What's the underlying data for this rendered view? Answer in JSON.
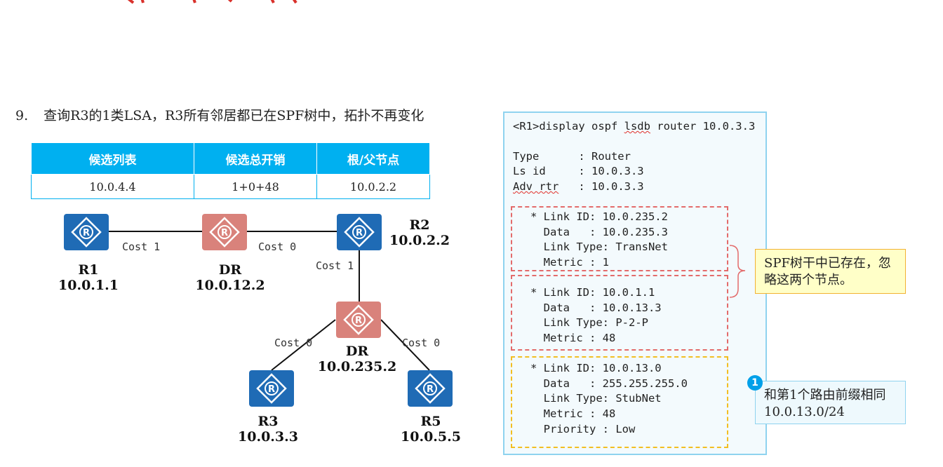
{
  "step": {
    "number": "9.",
    "text": "查询R3的1类LSA，R3所有邻居都已在SPF树中，拓扑不再变化"
  },
  "table": {
    "headers": [
      "候选列表",
      "候选总开销",
      "根/父节点"
    ],
    "rows": [
      [
        "10.0.4.4",
        "1+0+48",
        "10.0.2.2"
      ]
    ]
  },
  "topology": {
    "routers": [
      {
        "name": "R1",
        "id": "10.0.1.1",
        "color": "#1f6bb5"
      },
      {
        "name": "DR",
        "id": "10.0.12.2",
        "color": "#d9827b"
      },
      {
        "name": "R2",
        "id": "10.0.2.2",
        "color": "#1f6bb5"
      },
      {
        "name": "DR",
        "id": "10.0.235.2",
        "color": "#d9827b"
      },
      {
        "name": "R3",
        "id": "10.0.3.3",
        "color": "#1f6bb5"
      },
      {
        "name": "R5",
        "id": "10.0.5.5",
        "color": "#1f6bb5"
      }
    ],
    "costs": [
      "Cost 1",
      "Cost 0",
      "Cost 1",
      "Cost 0",
      "Cost 0"
    ]
  },
  "terminal": {
    "command_prefix": "<R1>display ospf ",
    "command_wavy": "lsdb",
    "command_suffix": " router 10.0.3.3",
    "type_line": "Type      : Router",
    "lsid_line": "Ls id     : 10.0.3.3",
    "adv_wavy": "Adv rtr",
    "adv_rest": "   : 10.0.3.3",
    "links": [
      {
        "lines": [
          "* Link ID: 10.0.235.2",
          "  Data   : 10.0.235.3",
          "  Link Type: TransNet",
          "  Metric : 1"
        ]
      },
      {
        "lines": [
          "* Link ID: 10.0.1.1",
          "  Data   : 10.0.13.3",
          "  Link Type: P-2-P",
          "  Metric : 48"
        ]
      },
      {
        "lines": [
          "* Link ID: 10.0.13.0",
          "  Data   : 255.255.255.0",
          "  Link Type: StubNet",
          "  Metric : 48",
          "  Priority : Low"
        ]
      }
    ]
  },
  "callouts": {
    "ignore": "SPF树干中已存在，忽略这两个节点。",
    "badge": "1",
    "prefix": "和第1个路由前缀相同10.0.13.0/24"
  },
  "colors": {
    "accent_blue": "#00b0f0",
    "router_blue": "#1f6bb5",
    "dr_red": "#d9827b",
    "dash_red": "#e36b6b",
    "dash_yellow": "#f2be22"
  }
}
